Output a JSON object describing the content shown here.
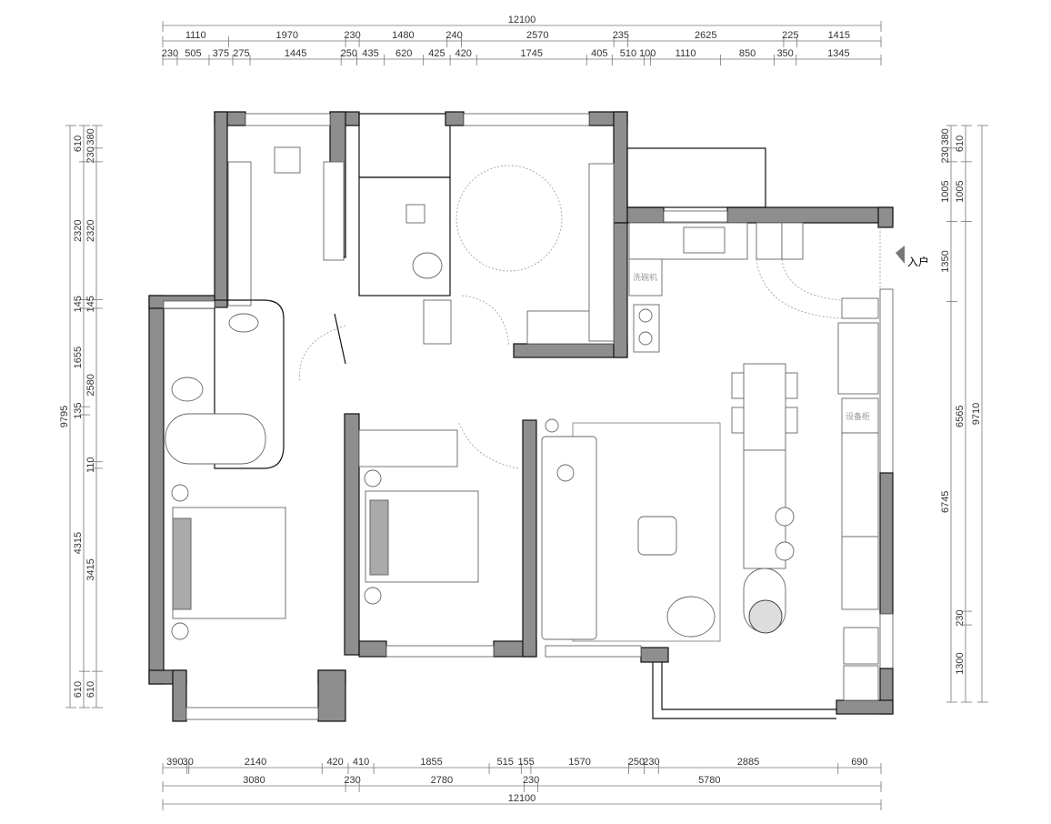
{
  "plan": {
    "unit": "mm",
    "labels": {
      "dishwasher": "洗碗机",
      "equipment_cabinet": "设备柜",
      "entrance": "入户"
    }
  },
  "dimensions": {
    "top": {
      "total": "12100",
      "row2": [
        "1110",
        "1970",
        "230",
        "1480",
        "240",
        "2570",
        "235",
        "2625",
        "225",
        "1415"
      ],
      "row3": [
        "230",
        "505",
        "375",
        "275",
        "1445",
        "250",
        "435",
        "620",
        "425",
        "420",
        "1745",
        "405",
        "510",
        "100",
        "1110",
        "850",
        "350",
        "1345"
      ]
    },
    "bottom": {
      "row1": [
        "390",
        "30",
        "2140",
        "420",
        "410",
        "1855",
        "515",
        "155",
        "1570",
        "250",
        "230",
        "2885",
        "690"
      ],
      "row2": [
        "3080",
        "230",
        "2780",
        "230",
        "5780"
      ],
      "total": "12100"
    },
    "left": {
      "total": "9795",
      "col1": [
        "610",
        "2320",
        "145",
        "1655",
        "135",
        "4315",
        "610"
      ],
      "col2": [
        "380",
        "230",
        "2320",
        "145",
        "2580",
        "110",
        "3415",
        "610"
      ]
    },
    "right": {
      "col1": [
        "380",
        "230",
        "1005",
        "1350",
        "6745"
      ],
      "col2": [
        "610",
        "1005",
        "6565",
        "230",
        "1300"
      ],
      "total": "9710"
    }
  }
}
